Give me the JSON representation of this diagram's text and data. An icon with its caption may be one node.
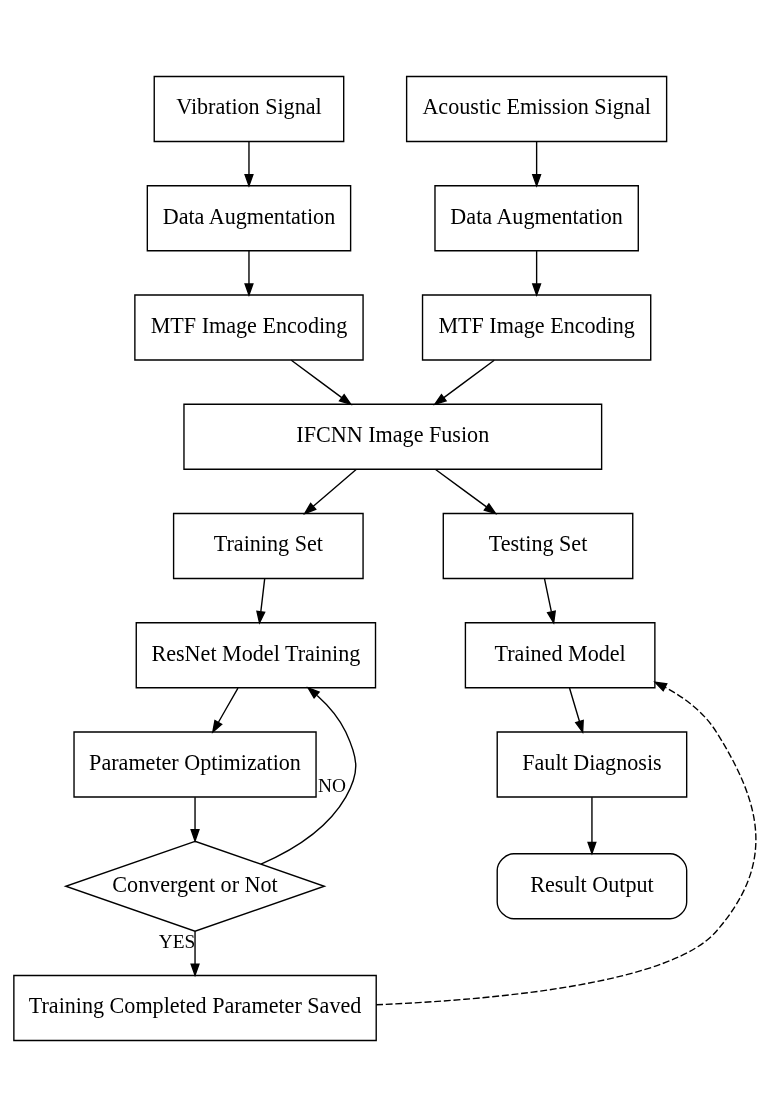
{
  "diagram": {
    "nodes": [
      {
        "text": [
          "Vibration Signal"
        ]
      },
      {
        "text": [
          "Acoustic Emission Signal"
        ]
      },
      {
        "text": [
          "Data Augmentation"
        ]
      },
      {
        "text": [
          "Data Augmentation"
        ]
      },
      {
        "text": [
          "MTF Image Encoding"
        ]
      },
      {
        "text": [
          "MTF Image Encoding"
        ]
      },
      {
        "text": [
          "IFCNN Image Fusion"
        ]
      },
      {
        "text": [
          "Training Set"
        ]
      },
      {
        "text": [
          "Testing Set"
        ]
      },
      {
        "text": [
          "ResNet Model Training"
        ]
      },
      {
        "text": [
          "Trained Model"
        ]
      },
      {
        "text": [
          "Parameter Optimization"
        ]
      },
      {
        "text": [
          "Fault Diagnosis"
        ]
      },
      {
        "text": [
          "Convergent or Not"
        ]
      },
      {
        "text": [
          "Result Output"
        ]
      },
      {
        "text": [
          "Training Completed Parameter Saved"
        ]
      }
    ],
    "edges": [
      {
        "from": 0,
        "to": 2,
        "arrow": "to"
      },
      {
        "from": 1,
        "to": 3,
        "arrow": "to"
      },
      {
        "from": 2,
        "to": 4,
        "arrow": "to"
      },
      {
        "from": 3,
        "to": 5,
        "arrow": "to"
      },
      {
        "from": 4,
        "to": 6,
        "arrow": "to"
      },
      {
        "from": 5,
        "to": 6,
        "arrow": "to"
      },
      {
        "from": 6,
        "to": 7,
        "arrow": "to"
      },
      {
        "from": 6,
        "to": 8,
        "arrow": "to"
      },
      {
        "from": 7,
        "to": 9,
        "arrow": "to"
      },
      {
        "from": 9,
        "to": 11,
        "arrow": "to"
      },
      {
        "from": 11,
        "to": 13,
        "arrow": "to"
      },
      {
        "from": 13,
        "to": 9,
        "arrow": "to",
        "label": "NO"
      },
      {
        "from": 13,
        "to": 15,
        "arrow": "to",
        "label": "YES"
      },
      {
        "from": 15,
        "to": 10,
        "arrow": "to",
        "style": "dashed"
      },
      {
        "from": 8,
        "to": 10,
        "arrow": "to"
      },
      {
        "from": 10,
        "to": 12,
        "arrow": "to"
      },
      {
        "from": 12,
        "to": 14,
        "arrow": "to"
      }
    ]
  }
}
